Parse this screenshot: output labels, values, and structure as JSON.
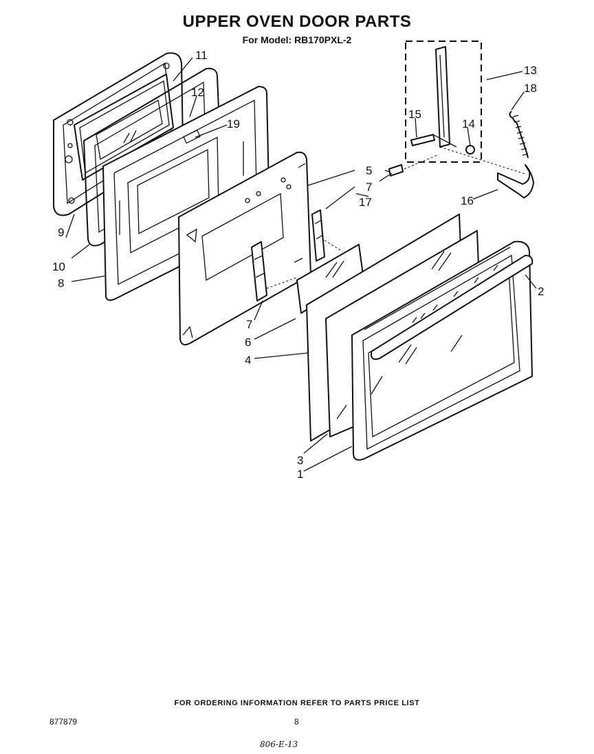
{
  "title": "UPPER OVEN DOOR PARTS",
  "subtitle": "For Model: RB170PXL-2",
  "callouts": {
    "c1": "1",
    "c2": "2",
    "c3": "3",
    "c4": "4",
    "c5": "5",
    "c6": "6",
    "c7a": "7",
    "c7b": "7",
    "c8": "8",
    "c9": "9",
    "c10": "10",
    "c11": "11",
    "c12": "12",
    "c13": "13",
    "c14": "14",
    "c15": "15",
    "c16": "16",
    "c17": "17",
    "c18": "18",
    "c19": "19"
  },
  "footer": {
    "ordering_note": "FOR ORDERING INFORMATION REFER TO PARTS PRICE LIST",
    "doc_number": "877879",
    "page_number": "8",
    "handwritten": "806-E-13"
  }
}
